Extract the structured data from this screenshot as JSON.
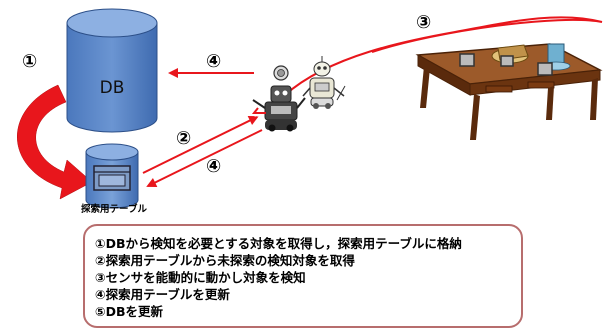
{
  "db_label": "DB",
  "search_table_label": "探索用テーブル",
  "step_markers": {
    "step1": "①",
    "step2": "②",
    "step3": "③",
    "step4_top": "④",
    "step4_bottom": "④"
  },
  "legend": {
    "items": [
      "①DBから検知を必要とする対象を取得し，探索用テーブルに格納",
      "②探索用テーブルから未探索の検知対象を取得",
      "③センサを能動的に動かし対象を検知",
      "④探索用テーブルを更新",
      "⑤DBを更新"
    ]
  },
  "colors": {
    "db_fill": "#5b86c6",
    "db_top": "#8eb0e0",
    "arrow_red": "#e8161c",
    "legend_border": "#b76d6d",
    "table_wood": "#7a3b12"
  }
}
